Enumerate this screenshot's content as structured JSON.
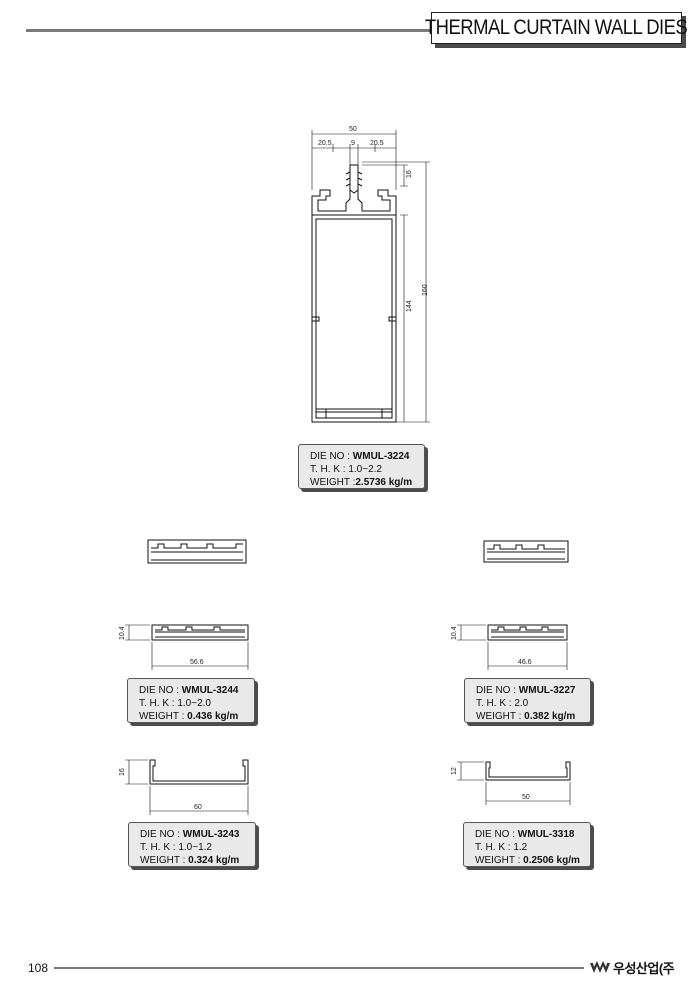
{
  "header": {
    "title": "THERMAL CURTAIN WALL DIES"
  },
  "dies": [
    {
      "die_no_label": "DIE NO :",
      "die_no": "WMUL-3224",
      "thk_label": "T. H. K :",
      "thk": "1.0~2.2",
      "weight_label": "WEIGHT :",
      "weight": "2.5736 kg/m",
      "dims": [
        "50",
        "20.5",
        "9",
        "20.5",
        "16",
        "144",
        "160"
      ]
    },
    {
      "die_no_label": "DIE NO :",
      "die_no": "WMUL-3244",
      "thk_label": "T. H. K :",
      "thk": "1.0~2.0",
      "weight_label": "WEIGHT :",
      "weight": "0.436 kg/m",
      "dims": [
        "10.4",
        "56.6"
      ]
    },
    {
      "die_no_label": "DIE NO :",
      "die_no": "WMUL-3227",
      "thk_label": "T. H. K :",
      "thk": "2.0",
      "weight_label": "WEIGHT :",
      "weight": "0.382 kg/m",
      "dims": [
        "10.4",
        "46.6"
      ]
    },
    {
      "die_no_label": "DIE NO :",
      "die_no": "WMUL-3243",
      "thk_label": "T. H. K :",
      "thk": "1.0~1.2",
      "weight_label": "WEIGHT :",
      "weight": "0.324 kg/m",
      "dims": [
        "16",
        "60"
      ]
    },
    {
      "die_no_label": "DIE NO :",
      "die_no": "WMUL-3318",
      "thk_label": "T. H. K :",
      "thk": "1.2",
      "weight_label": "WEIGHT :",
      "weight": "0.2506 kg/m",
      "dims": [
        "12",
        "50"
      ]
    }
  ],
  "footer": {
    "page_number": "108",
    "company": "우성산업(주"
  }
}
